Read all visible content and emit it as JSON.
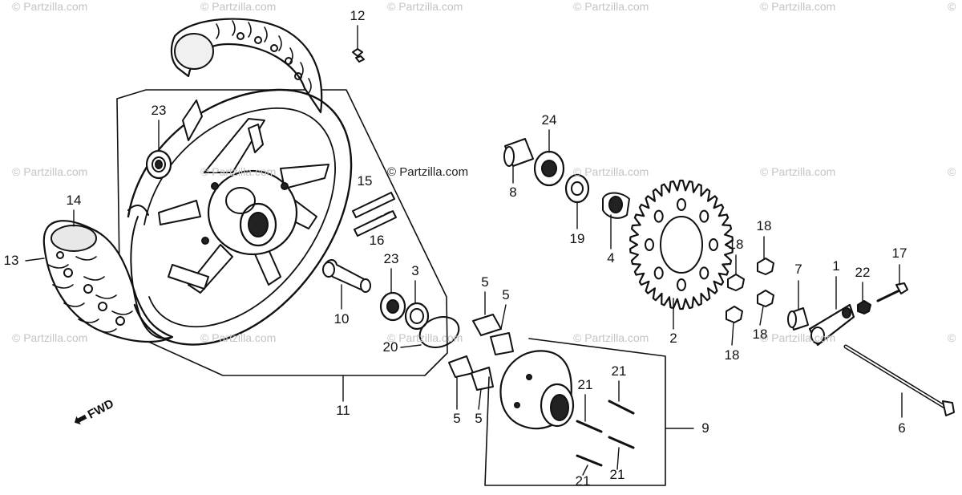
{
  "watermark_text": "© Partzilla.com",
  "center_watermark": "© Partzilla.com",
  "fwd_label": "FWD",
  "fwd_arrow_icon": "arrow-left-icon",
  "part_labels": [
    "12",
    "23",
    "24",
    "8",
    "19",
    "4",
    "15",
    "16",
    "14",
    "13",
    "23",
    "3",
    "10",
    "20",
    "11",
    "5",
    "5",
    "5",
    "5",
    "21",
    "21",
    "21",
    "21",
    "9",
    "2",
    "18",
    "18",
    "18",
    "18",
    "7",
    "1",
    "22",
    "17",
    "6"
  ],
  "colors": {
    "ink": "#111111",
    "watermark": "#c4c4c4"
  }
}
